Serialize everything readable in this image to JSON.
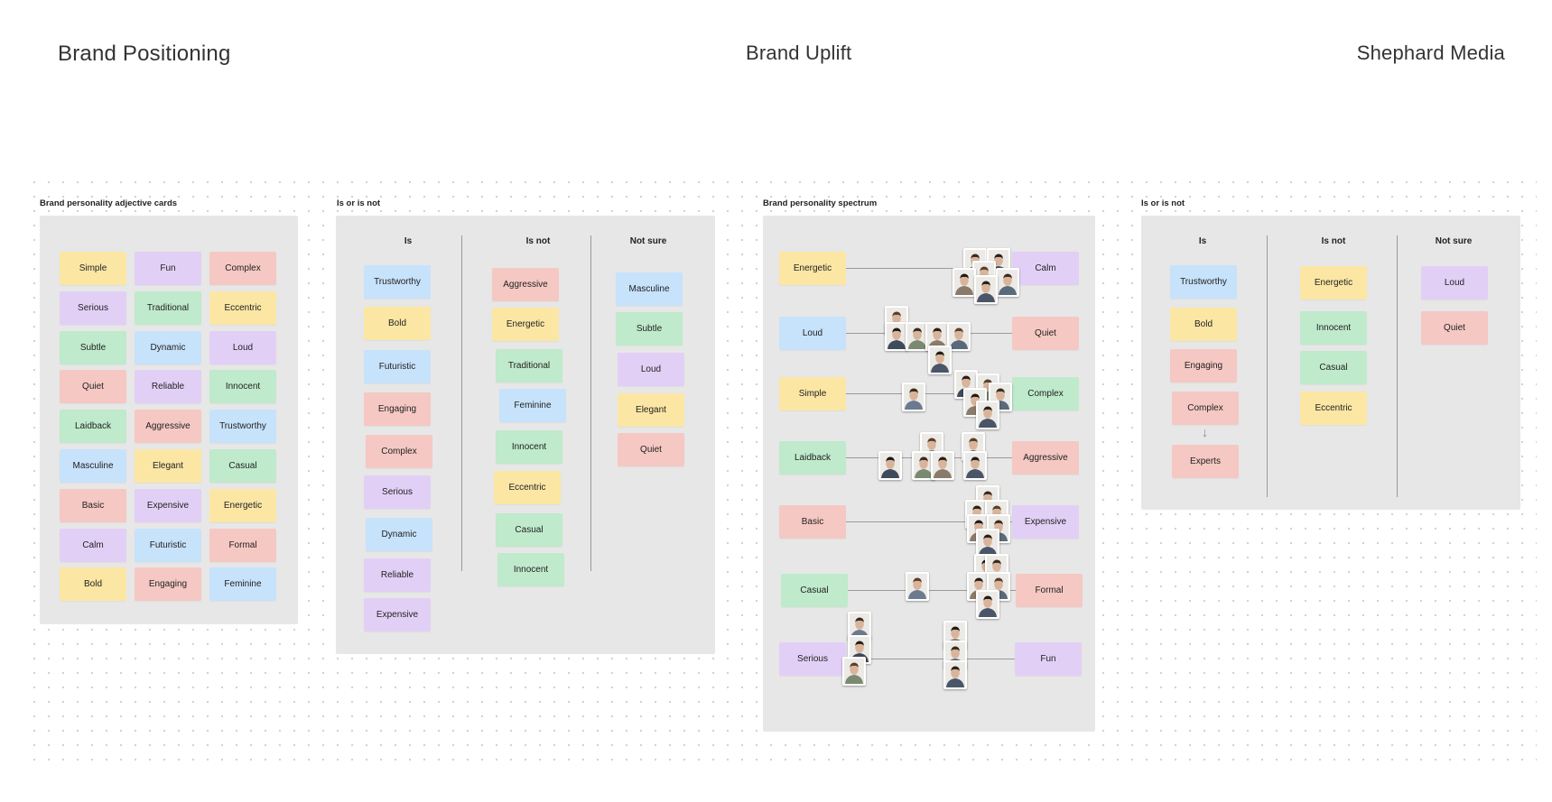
{
  "header": {
    "left": "Brand Positioning",
    "center": "Brand Uplift",
    "right": "Shephard Media"
  },
  "frames": {
    "adjectives": {
      "label": "Brand personality adjective cards",
      "cards": [
        [
          {
            "text": "Simple",
            "color": "yellow"
          },
          {
            "text": "Fun",
            "color": "purple"
          },
          {
            "text": "Complex",
            "color": "red"
          }
        ],
        [
          {
            "text": "Serious",
            "color": "purple"
          },
          {
            "text": "Traditional",
            "color": "green"
          },
          {
            "text": "Eccentric",
            "color": "yellow"
          }
        ],
        [
          {
            "text": "Subtle",
            "color": "green"
          },
          {
            "text": "Dynamic",
            "color": "blue"
          },
          {
            "text": "Loud",
            "color": "purple"
          }
        ],
        [
          {
            "text": "Quiet",
            "color": "red"
          },
          {
            "text": "Reliable",
            "color": "purple"
          },
          {
            "text": "Innocent",
            "color": "green"
          }
        ],
        [
          {
            "text": "Laidback",
            "color": "green"
          },
          {
            "text": "Aggressive",
            "color": "red"
          },
          {
            "text": "Trustworthy",
            "color": "blue"
          }
        ],
        [
          {
            "text": "Masculine",
            "color": "blue"
          },
          {
            "text": "Elegant",
            "color": "yellow"
          },
          {
            "text": "Casual",
            "color": "green"
          }
        ],
        [
          {
            "text": "Basic",
            "color": "red"
          },
          {
            "text": "Expensive",
            "color": "purple"
          },
          {
            "text": "Energetic",
            "color": "yellow"
          }
        ],
        [
          {
            "text": "Calm",
            "color": "purple"
          },
          {
            "text": "Futuristic",
            "color": "blue"
          },
          {
            "text": "Formal",
            "color": "red"
          }
        ],
        [
          {
            "text": "Bold",
            "color": "yellow"
          },
          {
            "text": "Engaging",
            "color": "red"
          },
          {
            "text": "Feminine",
            "color": "blue"
          }
        ]
      ]
    },
    "is_or_is_not_1": {
      "label": "Is or is not",
      "columns": [
        {
          "title": "Is",
          "cards": [
            {
              "text": "Trustworthy",
              "color": "blue"
            },
            {
              "text": "Bold",
              "color": "yellow"
            },
            {
              "text": "Futuristic",
              "color": "blue"
            },
            {
              "text": "Engaging",
              "color": "red"
            },
            {
              "text": "Complex",
              "color": "red"
            },
            {
              "text": "Serious",
              "color": "purple"
            },
            {
              "text": "Dynamic",
              "color": "blue"
            },
            {
              "text": "Reliable",
              "color": "purple"
            },
            {
              "text": "Expensive",
              "color": "purple"
            }
          ]
        },
        {
          "title": "Is not",
          "cards": [
            {
              "text": "Aggressive",
              "color": "red"
            },
            {
              "text": "Energetic",
              "color": "yellow"
            },
            {
              "text": "Traditional",
              "color": "green"
            },
            {
              "text": "Feminine",
              "color": "blue"
            },
            {
              "text": "Innocent",
              "color": "green"
            },
            {
              "text": "Eccentric",
              "color": "yellow"
            },
            {
              "text": "Casual",
              "color": "green"
            },
            {
              "text": "Innocent",
              "color": "green"
            }
          ]
        },
        {
          "title": "Not sure",
          "cards": [
            {
              "text": "Masculine",
              "color": "blue"
            },
            {
              "text": "Subtle",
              "color": "green"
            },
            {
              "text": "Loud",
              "color": "purple"
            },
            {
              "text": "Elegant",
              "color": "yellow"
            },
            {
              "text": "Quiet",
              "color": "red"
            }
          ]
        }
      ]
    },
    "spectrum": {
      "label": "Brand personality spectrum",
      "rows": [
        {
          "left": {
            "text": "Energetic",
            "color": "yellow"
          },
          "right": {
            "text": "Calm",
            "color": "purple"
          }
        },
        {
          "left": {
            "text": "Loud",
            "color": "blue"
          },
          "right": {
            "text": "Quiet",
            "color": "red"
          }
        },
        {
          "left": {
            "text": "Simple",
            "color": "yellow"
          },
          "right": {
            "text": "Complex",
            "color": "green"
          }
        },
        {
          "left": {
            "text": "Laidback",
            "color": "green"
          },
          "right": {
            "text": "Aggressive",
            "color": "red"
          }
        },
        {
          "left": {
            "text": "Basic",
            "color": "red"
          },
          "right": {
            "text": "Expensive",
            "color": "purple"
          }
        },
        {
          "left": {
            "text": "Casual",
            "color": "green"
          },
          "right": {
            "text": "Formal",
            "color": "red"
          }
        },
        {
          "left": {
            "text": "Serious",
            "color": "purple"
          },
          "right": {
            "text": "Fun",
            "color": "purple"
          }
        }
      ]
    },
    "is_or_is_not_2": {
      "label": "Is or is not",
      "columns": [
        {
          "title": "Is",
          "cards": [
            {
              "text": "Trustworthy",
              "color": "blue"
            },
            {
              "text": "Bold",
              "color": "yellow"
            },
            {
              "text": "Engaging",
              "color": "red"
            },
            {
              "text": "Complex",
              "color": "red"
            },
            {
              "text": "Experts",
              "color": "red"
            }
          ]
        },
        {
          "title": "Is not",
          "cards": [
            {
              "text": "Energetic",
              "color": "yellow"
            },
            {
              "text": "Innocent",
              "color": "green"
            },
            {
              "text": "Casual",
              "color": "green"
            },
            {
              "text": "Eccentric",
              "color": "yellow"
            }
          ]
        },
        {
          "title": "Not sure",
          "cards": [
            {
              "text": "Loud",
              "color": "purple"
            },
            {
              "text": "Quiet",
              "color": "red"
            }
          ]
        }
      ]
    }
  },
  "colors": {
    "yellow": "#fbe6a4",
    "purple": "#e2cff6",
    "red": "#f5c8c3",
    "green": "#bfeacb",
    "blue": "#c7e2fb",
    "frame": "#e7e7e7"
  }
}
